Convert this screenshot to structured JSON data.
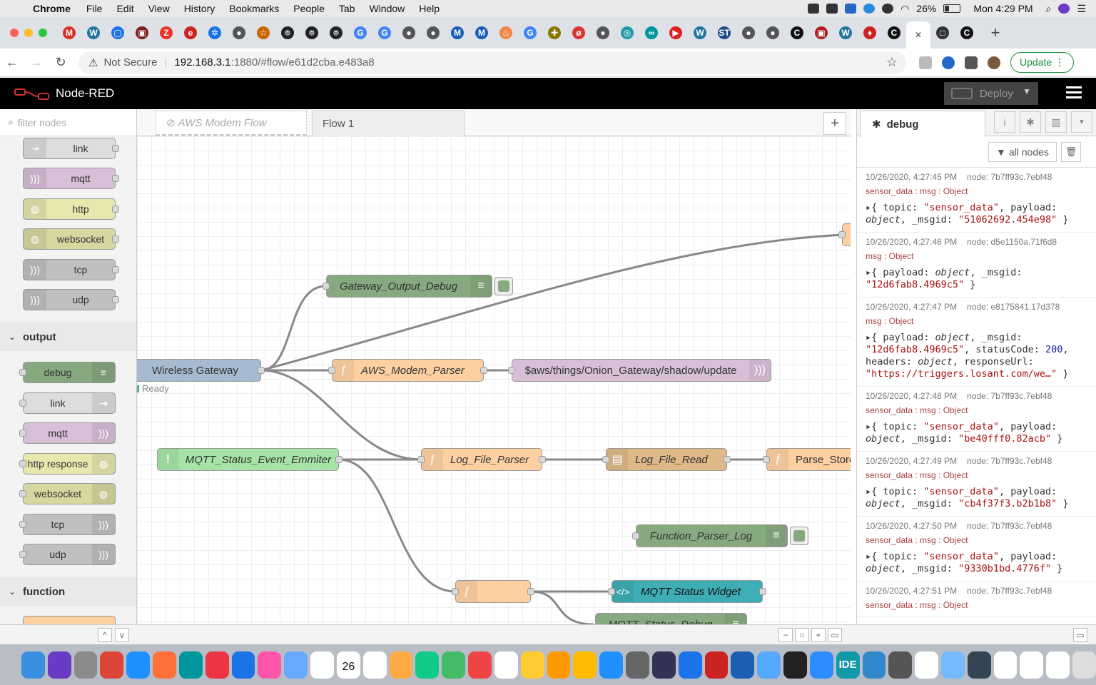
{
  "mac_menu": {
    "app": "Chrome",
    "items": [
      "File",
      "Edit",
      "View",
      "History",
      "Bookmarks",
      "People",
      "Tab",
      "Window",
      "Help"
    ],
    "battery": "26%",
    "clock": "Mon 4:29 PM"
  },
  "browser": {
    "security_label": "Not Secure",
    "url_host": "192.168.3.1",
    "url_path": ":1880/#flow/e61d2cba.e483a8",
    "update_label": "Update",
    "favicon_letters": [
      "M",
      "W",
      "▢",
      "▣",
      "Z",
      "e",
      "✲",
      "●",
      "☆",
      "⌾",
      "⌾",
      "⌾",
      "G",
      "G",
      "●",
      "●",
      "M",
      "M",
      "♨",
      "G",
      "✚",
      "ø",
      "●",
      "◎",
      "∞",
      "▶",
      "W",
      "ST",
      "●",
      "●",
      "C",
      "▣",
      "W",
      "♦",
      "C",
      "✕",
      "□",
      "C"
    ]
  },
  "nodered": {
    "title": "Node-RED",
    "deploy_label": "Deploy",
    "filter_placeholder": "filter nodes"
  },
  "palette": {
    "top_nodes": [
      "link",
      "mqtt",
      "http",
      "websocket",
      "tcp",
      "udp"
    ],
    "output_category": "output",
    "output_nodes": [
      "debug",
      "link",
      "mqtt",
      "http response",
      "websocket",
      "tcp",
      "udp"
    ],
    "function_category": "function"
  },
  "workspace": {
    "tabs": [
      "AWS Modem Flow",
      "Flow 1"
    ]
  },
  "flow_nodes": {
    "gateway_output_debug": "Gateway_Output_Debug",
    "wireless_gateway": "Wireless Gateway",
    "wireless_gateway_status": "Ready",
    "aws_modem_parser": "AWS_Modem_Parser",
    "shadow_update": "$aws/things/Onion_Gateway/shadow/update",
    "mqtt_status_event": "MQTT_Status_Event_Emmiter",
    "log_file_parser": "Log_File_Parser",
    "log_file_read": "Log_File_Read",
    "parse_store": "Parse_Store",
    "function_parser_log": "Function_Parser_Log",
    "mqtt_status_widget": "MQTT Status Widget",
    "mqtt_status_debug": "MQTT_Status_Debug"
  },
  "sidebar": {
    "tab_label": "debug",
    "filter_label": "all nodes",
    "messages": [
      {
        "time": "10/26/2020, 4:27:45 PM",
        "node": "node: 7b7ff93c.7ebf48",
        "topic": "sensor_data : msg : Object",
        "l1": "▸{ topic: \"sensor_data\", payload:",
        "l2": "object, _msgid: \"51062692.454e98\" }"
      },
      {
        "time": "10/26/2020, 4:27:46 PM",
        "node": "node: d5e1150a.71f6d8",
        "topic": "msg : Object",
        "l1": "▸{ payload: object, _msgid:",
        "l2": "\"12d6fab8.4969c5\" }"
      },
      {
        "time": "10/26/2020, 4:27:47 PM",
        "node": "node: e8175841.17d378",
        "topic": "msg : Object",
        "l1": "▸{ payload: object, _msgid:",
        "l2": "\"12d6fab8.4969c5\", statusCode: 200,",
        "l3": "headers: object, responseUrl:",
        "l4": "\"https://triggers.losant.com/we…\" }"
      },
      {
        "time": "10/26/2020, 4:27:48 PM",
        "node": "node: 7b7ff93c.7ebf48",
        "topic": "sensor_data : msg : Object",
        "l1": "▸{ topic: \"sensor_data\", payload:",
        "l2": "object, _msgid: \"be40fff0.82acb\" }"
      },
      {
        "time": "10/26/2020, 4:27:49 PM",
        "node": "node: 7b7ff93c.7ebf48",
        "topic": "sensor_data : msg : Object",
        "l1": "▸{ topic: \"sensor_data\", payload:",
        "l2": "object, _msgid: \"cb4f37f3.b2b1b8\" }"
      },
      {
        "time": "10/26/2020, 4:27:50 PM",
        "node": "node: 7b7ff93c.7ebf48",
        "topic": "sensor_data : msg : Object",
        "l1": "▸{ topic: \"sensor_data\", payload:",
        "l2": "object, _msgid: \"9330b1bd.4776f\" }"
      },
      {
        "time": "10/26/2020, 4:27:51 PM",
        "node": "node: 7b7ff93c.7ebf48",
        "topic": "sensor_data : msg : Object",
        "l1": "",
        "l2": ""
      }
    ]
  },
  "dock": {
    "calendar_day": "26",
    "ide_label": "IDE"
  },
  "colors": {
    "debug_node": "#87a980",
    "function_node": "#fdd0a2",
    "mqtt_node": "#d8bfd8",
    "http_node": "#e7e7ae",
    "websocket_node": "#d7d7a0",
    "gateway_node": "#a6bbcf",
    "inject_node": "#a6e3a6",
    "dashboard_node": "#3fadb5",
    "file_node": "#deb887"
  }
}
